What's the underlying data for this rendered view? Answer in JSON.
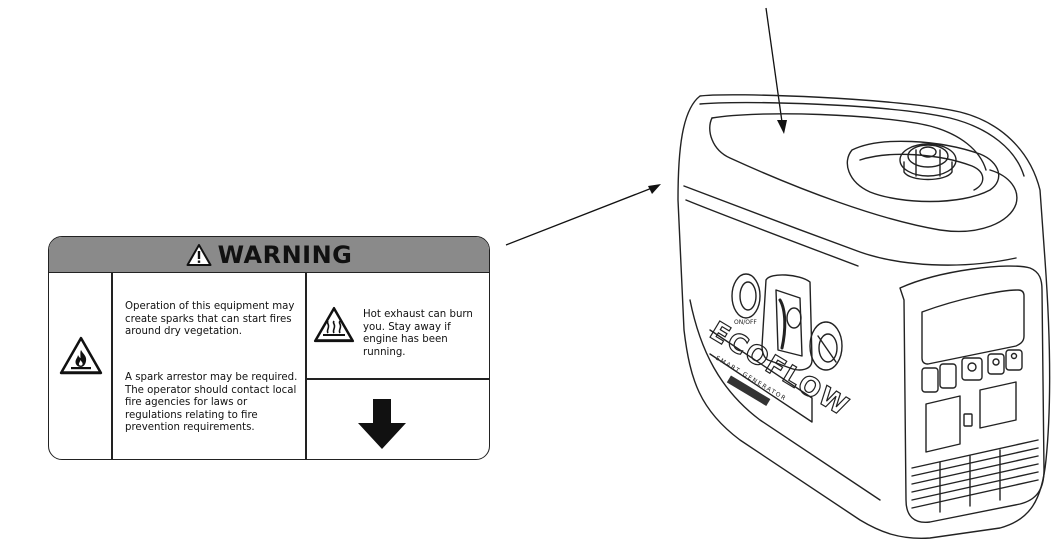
{
  "warning_label": {
    "title": "WARNING",
    "msg_sparks": "Operation of this equipment may create sparks that can start fires around dry vegetation.",
    "msg_arrestor": "A spark arrestor may be required. The operator should contact local fire agencies for laws or regulations relating to fire prevention requirements.",
    "msg_exhaust": "Hot exhaust can burn you. Stay away if engine has been running."
  },
  "generator": {
    "brand": "ECOFLOW",
    "subtitle": "SMART GENERATOR",
    "power_button_label": "ON/OFF"
  },
  "icons": [
    "warning-triangle-icon",
    "flame-hazard-icon",
    "hot-surface-icon",
    "down-arrow-icon"
  ]
}
